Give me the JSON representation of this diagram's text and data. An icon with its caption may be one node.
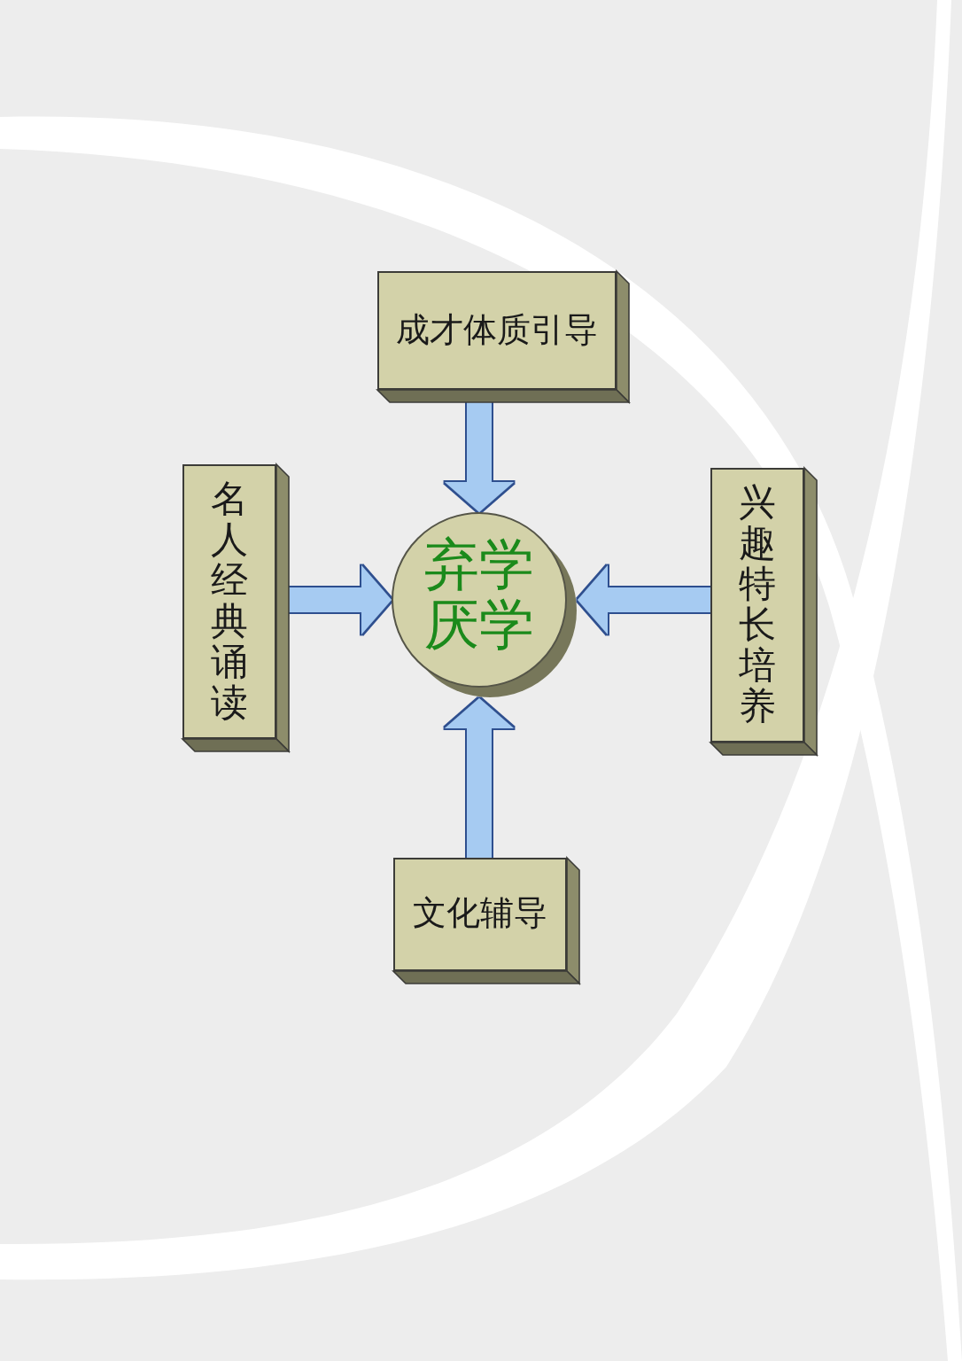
{
  "diagram": {
    "nodes": [
      {
        "text": [
          "成才体质引导"
        ]
      },
      {
        "text": [
          "名人经典诵读"
        ]
      },
      {
        "text": [
          "弃学厌学"
        ]
      },
      {
        "text": [
          "兴趣特长培养"
        ]
      },
      {
        "text": [
          "文化辅导"
        ]
      }
    ],
    "edges": [
      {
        "from": 0,
        "to": 2,
        "arrow": "to"
      },
      {
        "from": 1,
        "to": 2,
        "arrow": "to"
      },
      {
        "from": 3,
        "to": 2,
        "arrow": "to"
      },
      {
        "from": 4,
        "to": 2,
        "arrow": "to"
      }
    ]
  }
}
